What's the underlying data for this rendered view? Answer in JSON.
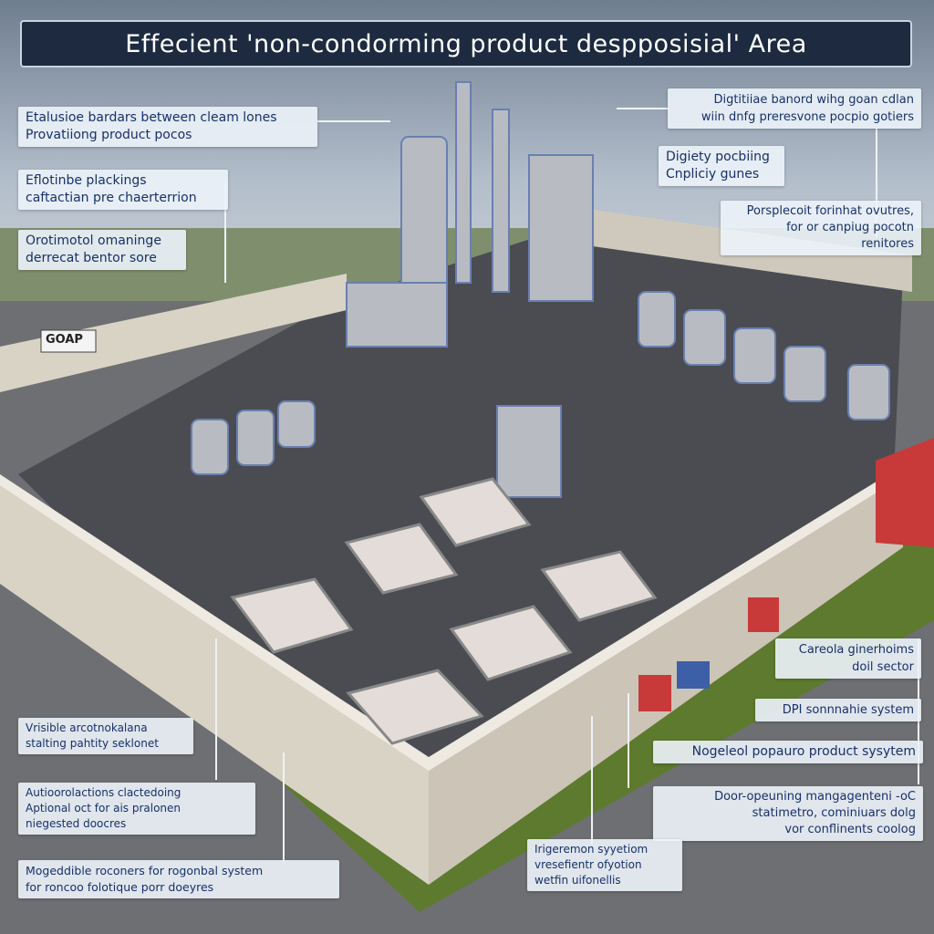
{
  "title": "Effecient 'non-condorming product despposisial' Area",
  "colors": {
    "banner": "#1d2a40",
    "label_text": "#17306a",
    "label_bg": "#ecf3fa",
    "floor": "#4a4c52",
    "wall": "#d9d3c6",
    "grass": "#5d7a2e",
    "container": "#c8393a"
  },
  "labels": {
    "left_top_1": "Etalusioe bardars between cleam lones\nProvatiiong product pocos",
    "left_top_2": "Eflotinbe plackings\ncaftactian pre chaerterrion",
    "left_top_3": "Orotimotol omaninge\nderrecat bentor sore",
    "right_top_1": "Digtitiiae banord wihg goan cdlan\nwiin dnfg preresvone pocpio gotiers",
    "right_top_2": "Digiety pocbiing\nCnpliciy gunes",
    "right_top_3": "Porsplecoit forinhat ovutres,\nfor or canpiug pocotn\nrenitores",
    "right_bottom_1": "Careola ginerhoims\ndoil sector",
    "right_bottom_2": "DPI sonnnahie system",
    "right_bottom_3": "Nogeleol popauro product sysytem",
    "right_bottom_4": "Door-opeuning mangagenteni -oC\nstatimetro, cominiuars dolg\nvor conflinents coolog",
    "bottom_center": "Irigeremon syyetiom\nvresefientr ofyotion\nwetfin uifonellis",
    "left_bottom_1": "Vrisible arcotnokalana\nstalting pahtity seklonet",
    "left_bottom_2": "Autioorolactions clactedoing\nAptional oct for ais pralonen\nniegested doocres",
    "left_bottom_3": "Mogeddible roconers for rogonbal system\nfor roncoo folotique porr doeyres"
  },
  "signage": {
    "wall_sign": "GOAP"
  }
}
